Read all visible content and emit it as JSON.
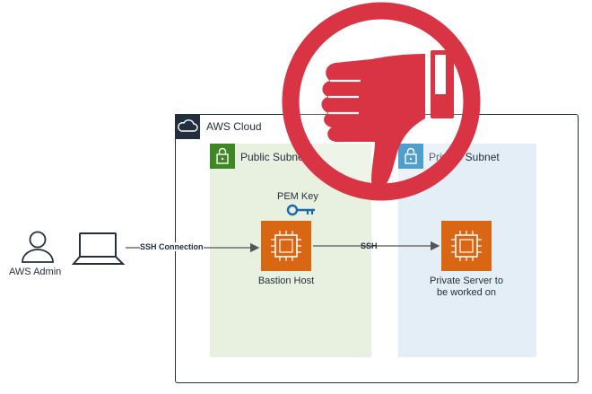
{
  "diagram": {
    "cloud": {
      "title": "AWS Cloud",
      "icon": "cloud-icon"
    },
    "public_subnet": {
      "title": "Public Subnet",
      "icon": "lock-icon",
      "color": "#3f8624"
    },
    "private_subnet": {
      "title": "Private Subnet",
      "icon": "lock-icon",
      "color": "#147eba"
    },
    "admin": {
      "label": "AWS Admin",
      "icon": "user-icon"
    },
    "laptop": {
      "icon": "laptop-icon"
    },
    "pem_key": {
      "label": "PEM Key",
      "icon": "key-icon",
      "color": "#1a6aa8"
    },
    "bastion": {
      "label": "Bastion Host",
      "icon": "ec2-instance-icon",
      "color": "#d86613"
    },
    "private_server": {
      "label_line1": "Private Server to",
      "label_line2": "be worked on",
      "icon": "ec2-instance-icon",
      "color": "#d86613"
    },
    "connections": {
      "ssh_connection": "SSH Connection",
      "ssh": "SSH"
    },
    "overlay": {
      "icon": "thumbs-down-icon",
      "color": "#d93443"
    }
  }
}
